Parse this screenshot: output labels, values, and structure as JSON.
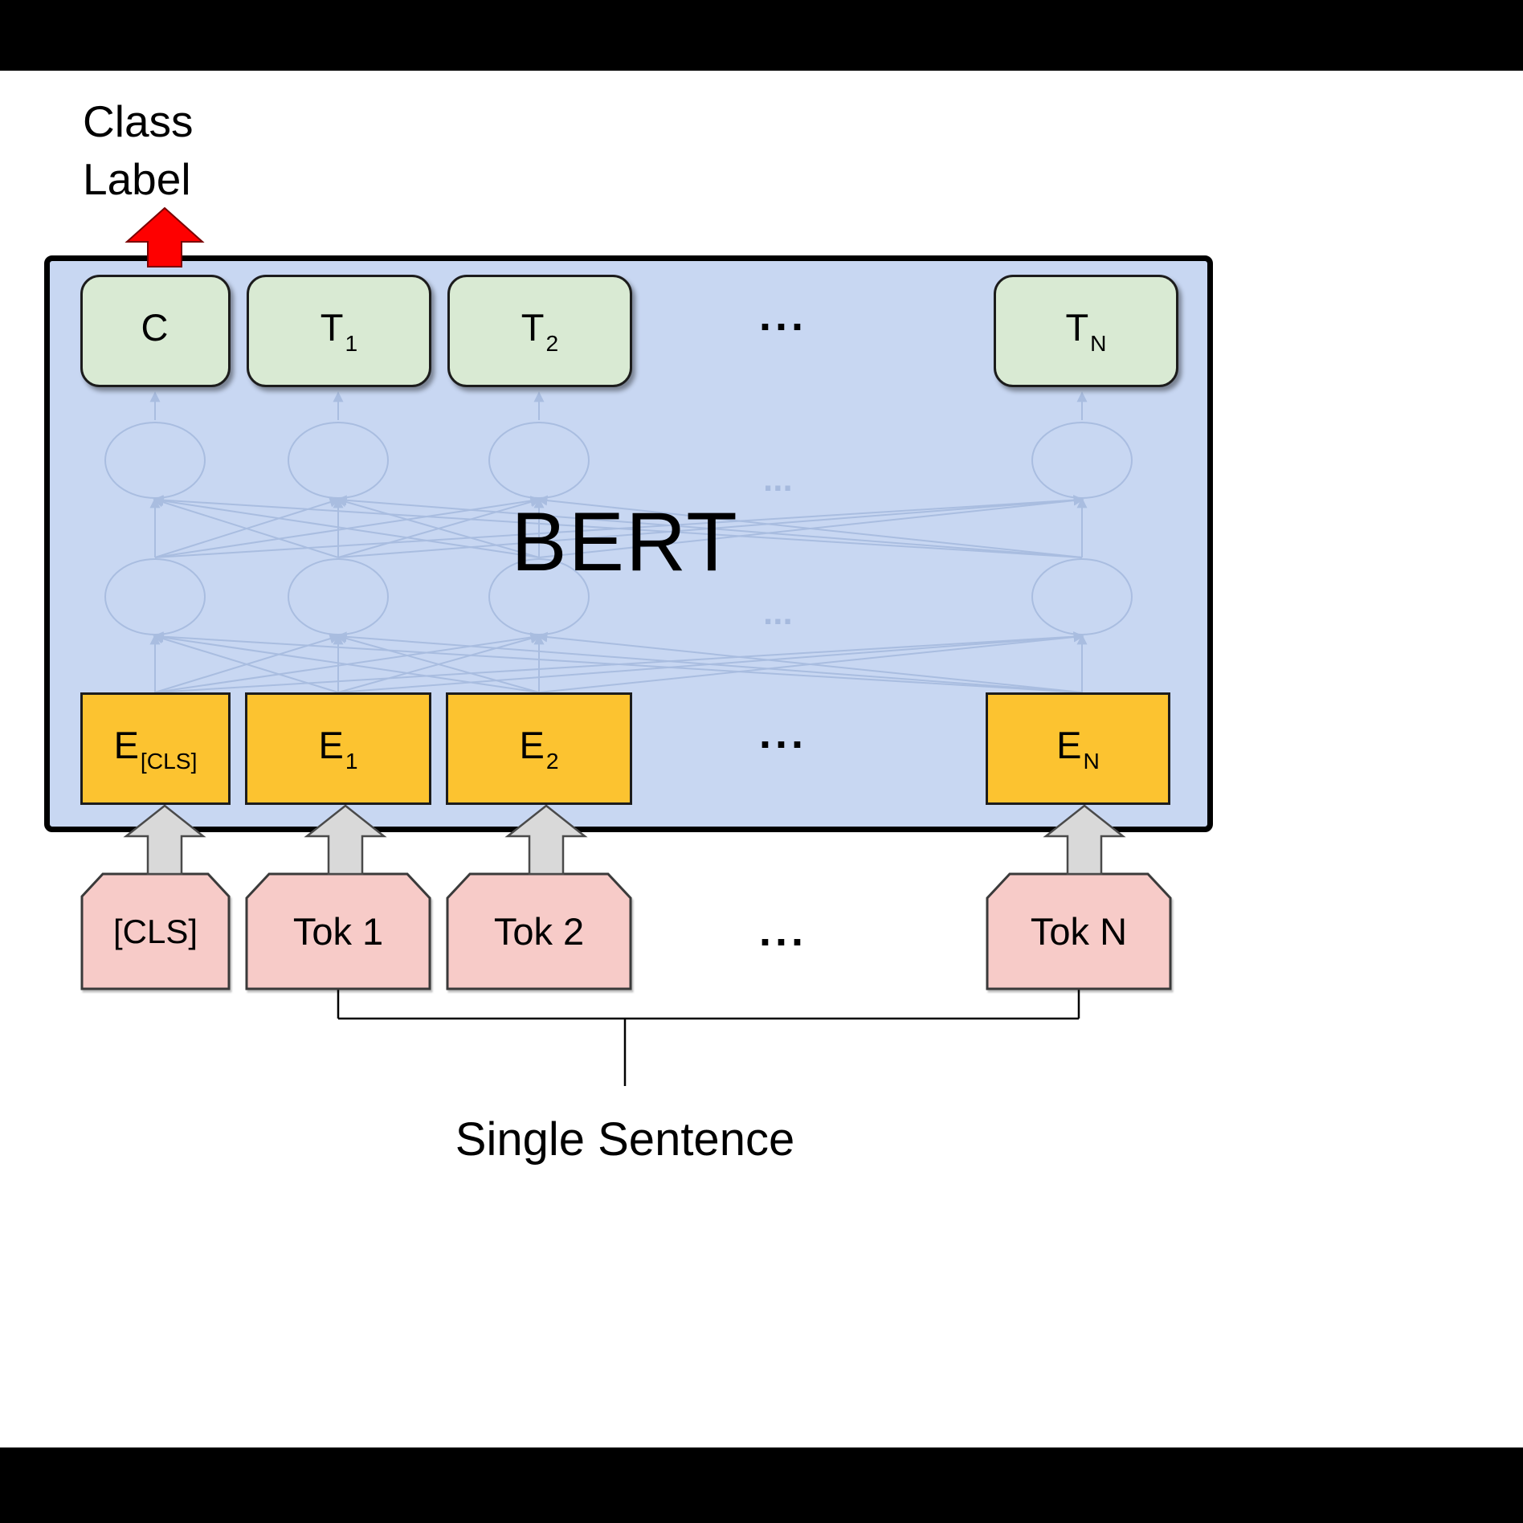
{
  "diagram": {
    "class_label": {
      "line1": "Class",
      "line2": "Label"
    },
    "model_name": "BERT",
    "ellipsis": "...",
    "outputs": [
      {
        "base": "C",
        "sub": ""
      },
      {
        "base": "T",
        "sub": "1"
      },
      {
        "base": "T",
        "sub": "2"
      },
      {
        "base": "T",
        "sub": "N"
      }
    ],
    "embeddings": [
      {
        "base": "E",
        "sub": "[CLS]"
      },
      {
        "base": "E",
        "sub": "1"
      },
      {
        "base": "E",
        "sub": "2"
      },
      {
        "base": "E",
        "sub": "N"
      }
    ],
    "inputs": [
      {
        "label": "[CLS]"
      },
      {
        "label": "Tok 1"
      },
      {
        "label": "Tok 2"
      },
      {
        "label": "Tok N"
      }
    ],
    "caption": "Single Sentence",
    "colors": {
      "bert_box": "#c8d7f2",
      "output_box": "#d9ead3",
      "embedding_box": "#fcc330",
      "input_box": "#f7cbc8",
      "class_arrow": "#fe0000",
      "input_arrow": "#d9d9d9",
      "network_stroke": "#8ba4cf"
    }
  }
}
